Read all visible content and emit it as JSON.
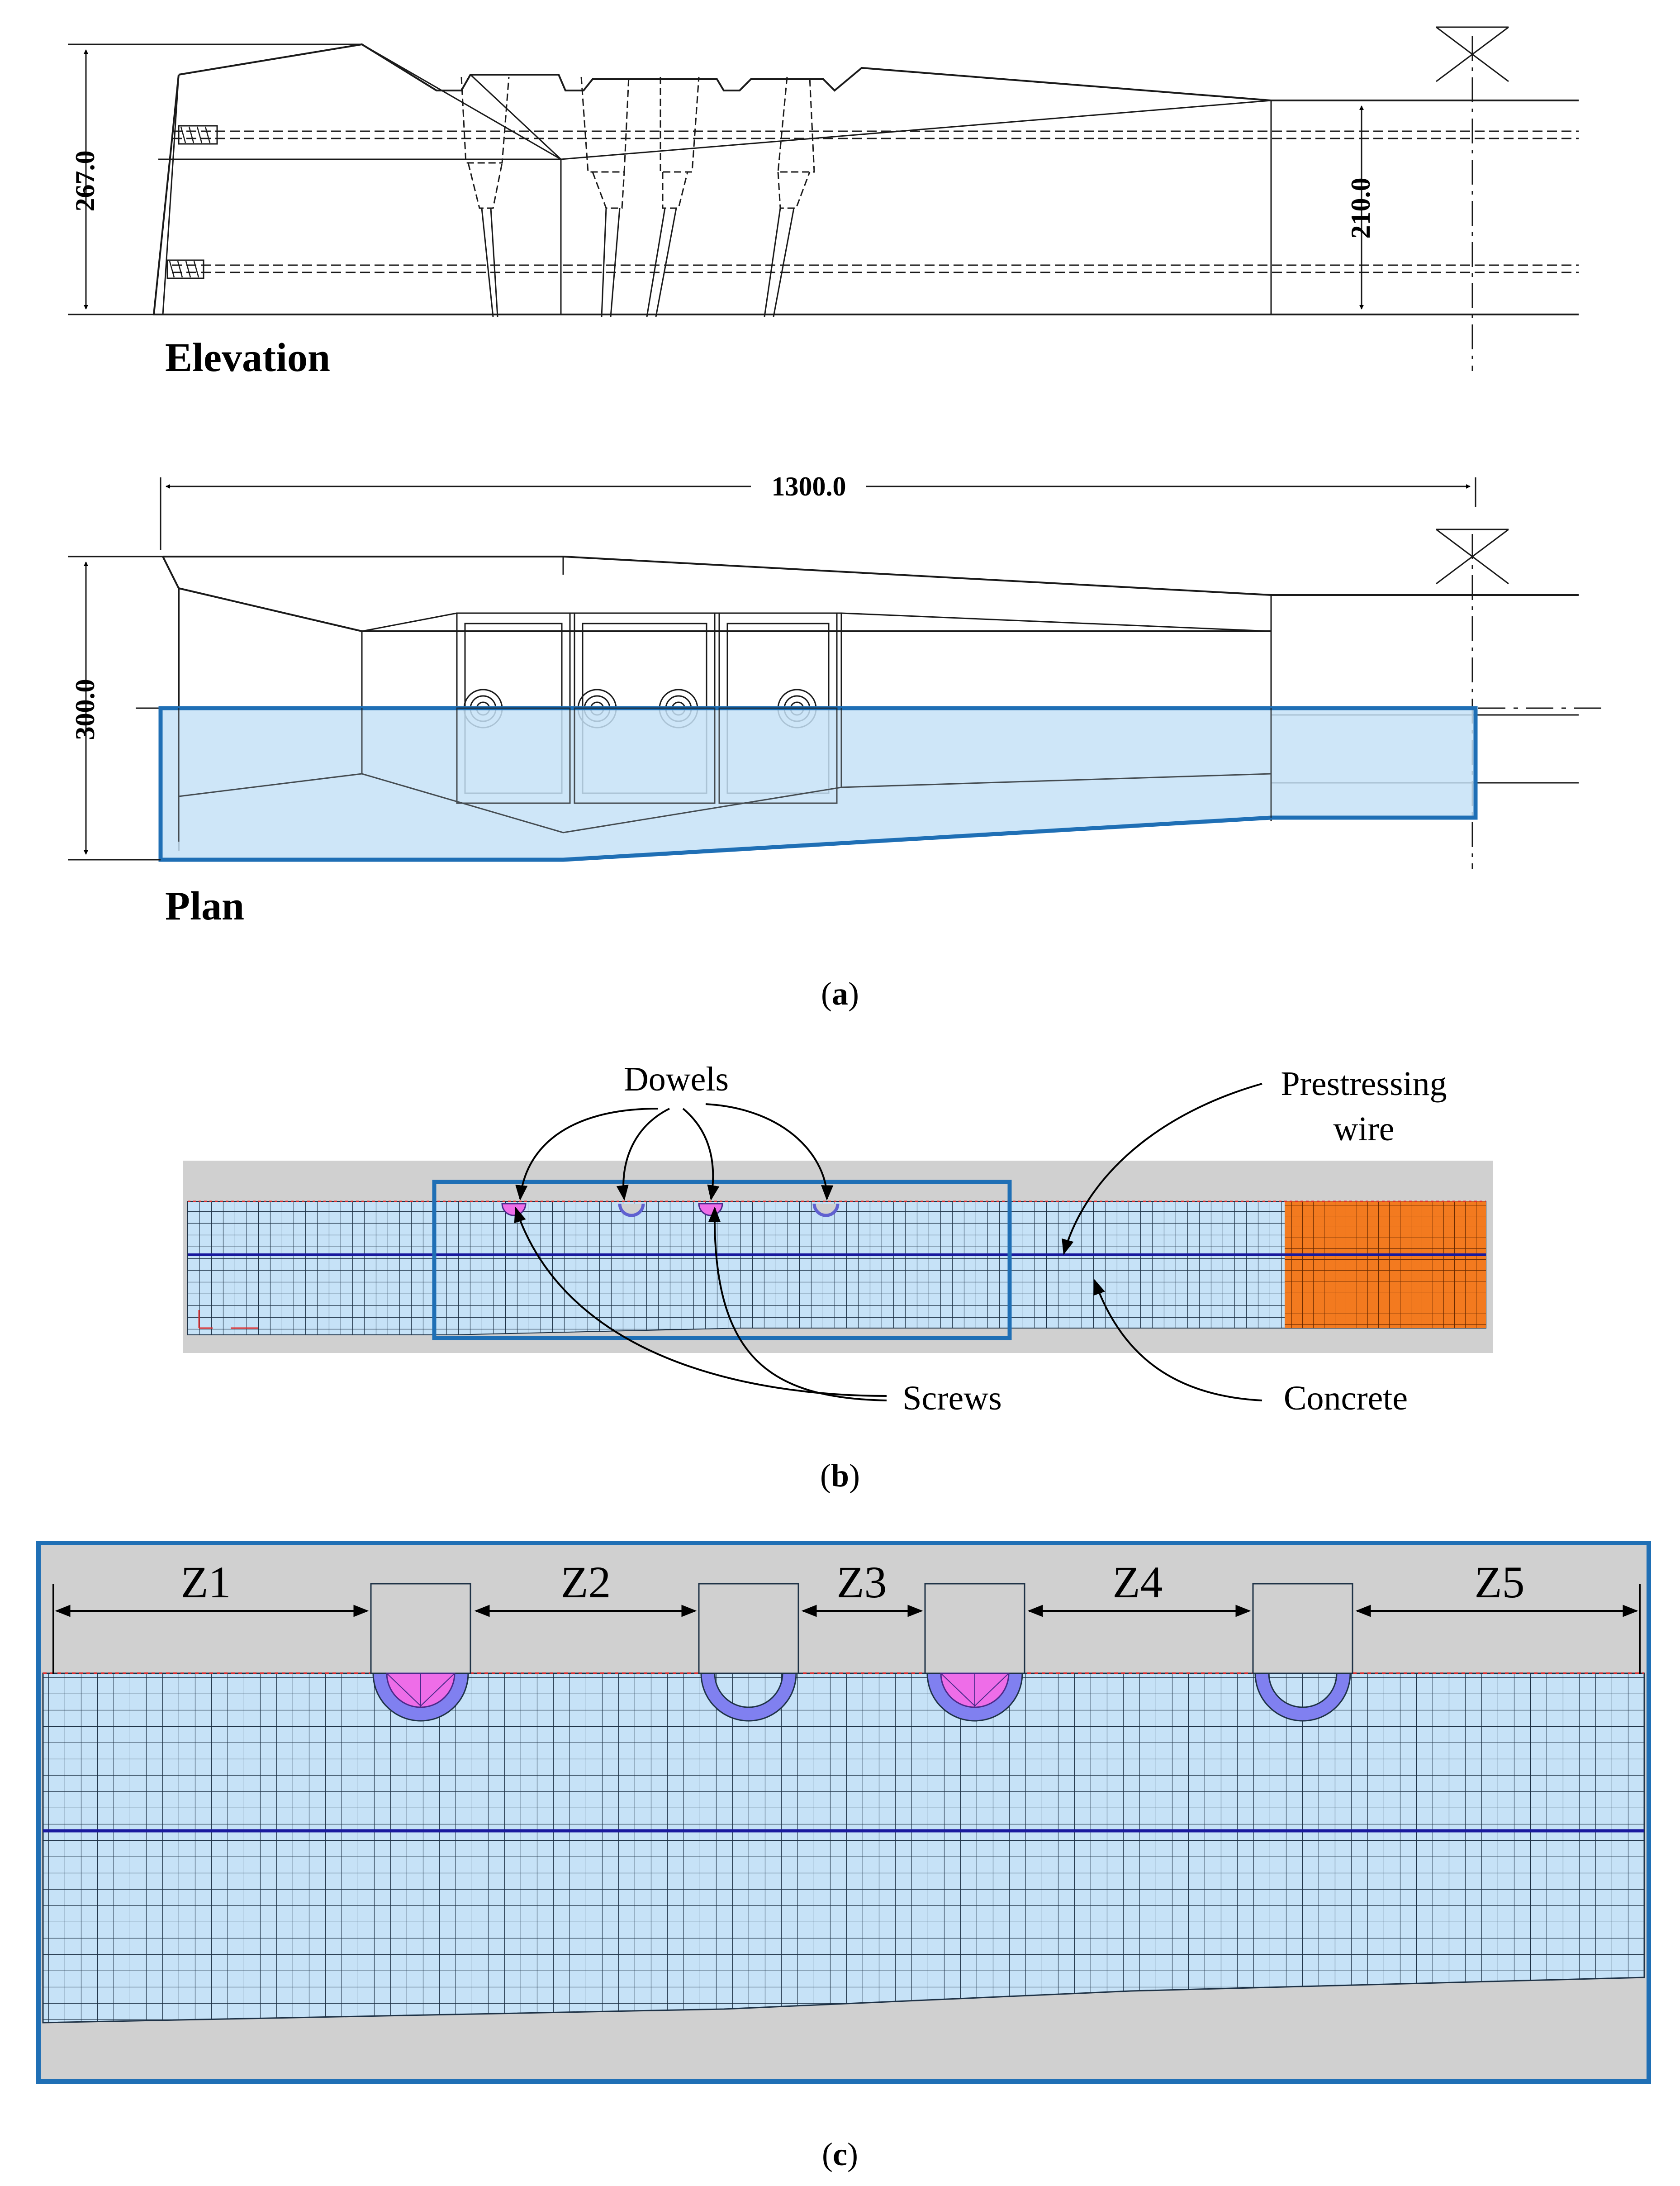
{
  "panel_a": {
    "elevation_label": "Elevation",
    "plan_label": "Plan",
    "dim_height_elev": "267.0",
    "dim_height_right": "210.0",
    "dim_length": "1300.0",
    "dim_width_plan": "300.0",
    "caption_letter": "a"
  },
  "panel_b": {
    "label_dowels": "Dowels",
    "label_prestressing_line1": "Prestressing",
    "label_prestressing_line2": "wire",
    "label_screws": "Screws",
    "label_concrete": "Concrete",
    "caption_letter": "b"
  },
  "panel_c": {
    "zones": [
      "Z1",
      "Z2",
      "Z3",
      "Z4",
      "Z5"
    ],
    "caption_letter": "c"
  },
  "colors": {
    "highlight_blue": "#1f6fb5",
    "concrete_fill": "#c6e2f7",
    "mesh_line": "#1e3246",
    "prestress_wire": "#1a1a9e",
    "screw_magenta": "#ee6de8",
    "dowel_purple": "#8080f0",
    "end_block_orange": "#f37a1f",
    "background_grey": "#d0d0d0"
  }
}
